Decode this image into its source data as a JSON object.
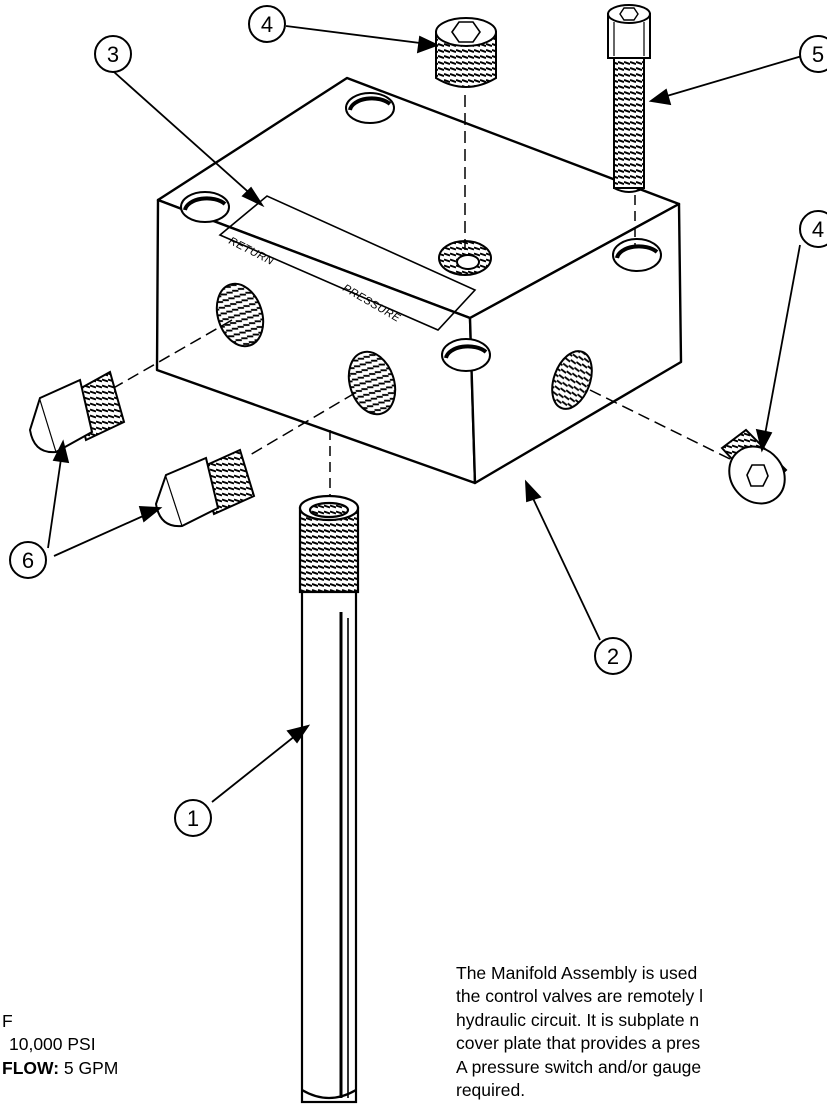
{
  "callouts": {
    "c1": "1",
    "c2": "2",
    "c3": "3",
    "c4_top": "4",
    "c4_right": "4",
    "c5": "5",
    "c6": "6"
  },
  "ports": {
    "return": "RETURN",
    "pressure": "PRESSURE"
  },
  "description_lines": [
    "The Manifold Assembly is used",
    "the control valves are remotely l",
    "hydraulic circuit.  It is subplate n",
    "cover plate that provides a pres",
    "A pressure switch and/or gauge",
    "required."
  ],
  "specs": {
    "line1": "F",
    "pressure_value": "10,000 PSI",
    "flow_label": "FLOW:",
    "flow_value": "5 GPM"
  }
}
